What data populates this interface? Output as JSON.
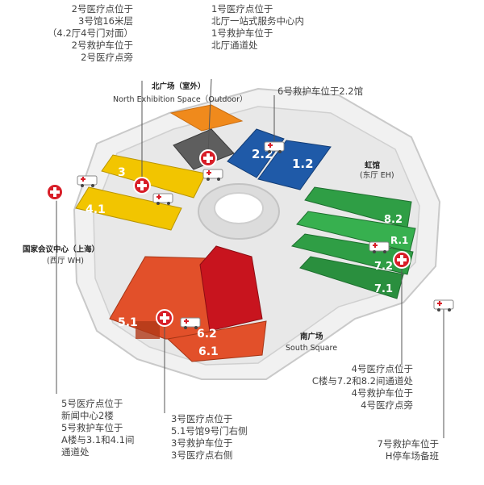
{
  "annotations": {
    "top_left": [
      "2号医疗点位于",
      "3号馆16米层",
      "（4.2厅4号门对面）",
      "2号救护车位于",
      "2号医疗点旁"
    ],
    "top_center": [
      "1号医疗点位于",
      "北厅一站式服务中心内",
      "1号救护车位于",
      "北厅通道处"
    ],
    "top_right": "6号救护车位于2.2馆",
    "mid_right": [
      "4号医疗点位于",
      "C楼与7.2和8.2间通道处",
      "4号救护车位于",
      "4号医疗点旁"
    ],
    "bottom_left": [
      "5号医疗点位于",
      "新闻中心2楼",
      "5号救护车位于",
      "A楼与3.1和4.1间",
      "通道处"
    ],
    "bottom_center": [
      "3号医疗点位于",
      "5.1号馆9号门右侧",
      "3号救护车位于",
      "3号医疗点右侧"
    ],
    "bottom_right": [
      "7号救护车位于",
      "H停车场备班"
    ]
  },
  "areas": {
    "north_cn": "北广场（室外）",
    "north_en": "North Exhibition Space（Outdoor）",
    "east_cn": "虹馆",
    "east_en": "(东厅 EH)",
    "west_cn": "国家会议中心（上海）",
    "west_en": "(西厅 WH)",
    "south_cn": "南广场",
    "south_en": "South Square"
  },
  "halls": {
    "h2": "2.2",
    "h1": "1.2",
    "h3": "3",
    "h4": "4.1",
    "h5": "5.1",
    "h6a": "6.2",
    "h6b": "6.1",
    "h8": "8.2",
    "hr": "R.1",
    "h72": "7.2",
    "h71": "7.1"
  },
  "colors": {
    "blue": "#1f5aa8",
    "yellow": "#f2c500",
    "orange_red": "#e2502a",
    "red": "#c8141e",
    "green": "#2f9e45",
    "orange": "#f08a1c",
    "cross": "#d81e28"
  }
}
